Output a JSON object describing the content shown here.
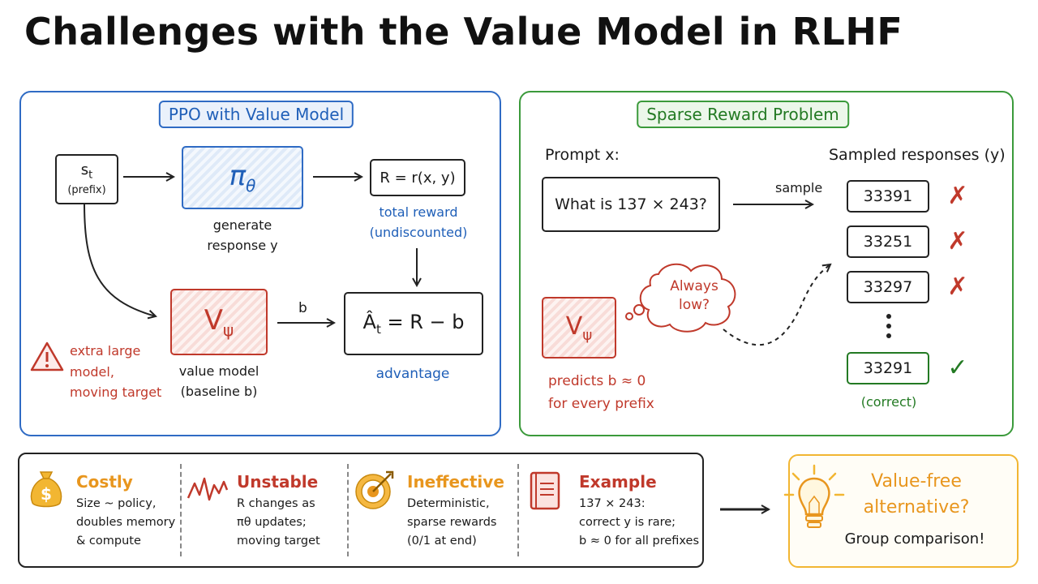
{
  "title": "Challenges with the Value Model in RLHF",
  "left_panel": {
    "heading": "PPO with Value Model",
    "state_box": {
      "symbol": "s",
      "subscript": "t",
      "note": "(prefix)"
    },
    "policy_box": {
      "symbol": "π",
      "subscript": "θ"
    },
    "policy_caption": [
      "generate",
      "response y"
    ],
    "reward_box": "R = r(x, y)",
    "reward_caption": [
      "total reward",
      "(undiscounted)"
    ],
    "value_box": {
      "symbol": "V",
      "subscript": "ψ"
    },
    "value_caption": [
      "value model",
      "(baseline b)"
    ],
    "arrow_label": "b",
    "advantage_box": {
      "symbol": "Â",
      "subscript": "t",
      "rest": " = R − b"
    },
    "advantage_caption": "advantage",
    "warning": [
      "extra large",
      "model,",
      "moving target"
    ]
  },
  "right_panel": {
    "heading": "Sparse Reward Problem",
    "prompt_label": "Prompt x:",
    "prompt_text": "What is 137 × 243?",
    "sample_label": "sample",
    "responses_label": "Sampled responses (y)",
    "responses": [
      {
        "value": "33391",
        "correct": false
      },
      {
        "value": "33251",
        "correct": false
      },
      {
        "value": "33297",
        "correct": false
      },
      {
        "value": "33291",
        "correct": true
      }
    ],
    "correct_caption": "(correct)",
    "value_box": {
      "symbol": "V",
      "subscript": "ψ"
    },
    "thought": [
      "Always",
      "low?"
    ],
    "value_caption": [
      "predicts b ≈ 0",
      "for every prefix"
    ]
  },
  "issues": [
    {
      "icon": "money-bag-icon",
      "title": "Costly",
      "color": "#e8961e",
      "lines": [
        "Size ~ policy,",
        "doubles memory",
        "& compute"
      ]
    },
    {
      "icon": "zigzag-graph-icon",
      "title": "Unstable",
      "color": "#c0392b",
      "lines": [
        "R changes as",
        "πθ updates;",
        "moving target"
      ]
    },
    {
      "icon": "target-icon",
      "title": "Ineffective",
      "color": "#e8961e",
      "lines": [
        "Deterministic,",
        "sparse rewards",
        "(0/1 at end)"
      ]
    },
    {
      "icon": "book-icon",
      "title": "Example",
      "color": "#c0392b",
      "lines": [
        "137 × 243:",
        "correct y is rare;",
        "b ≈ 0 for all prefixes"
      ]
    }
  ],
  "alternative": {
    "icon": "lightbulb-icon",
    "title": [
      "Value-free",
      "alternative?"
    ],
    "subtitle": "Group comparison!"
  },
  "colors": {
    "blue": "#2f6bc4",
    "green": "#3b9a3b",
    "red": "#c0392b",
    "orange": "#e8961e",
    "yellow": "#f2b632"
  }
}
